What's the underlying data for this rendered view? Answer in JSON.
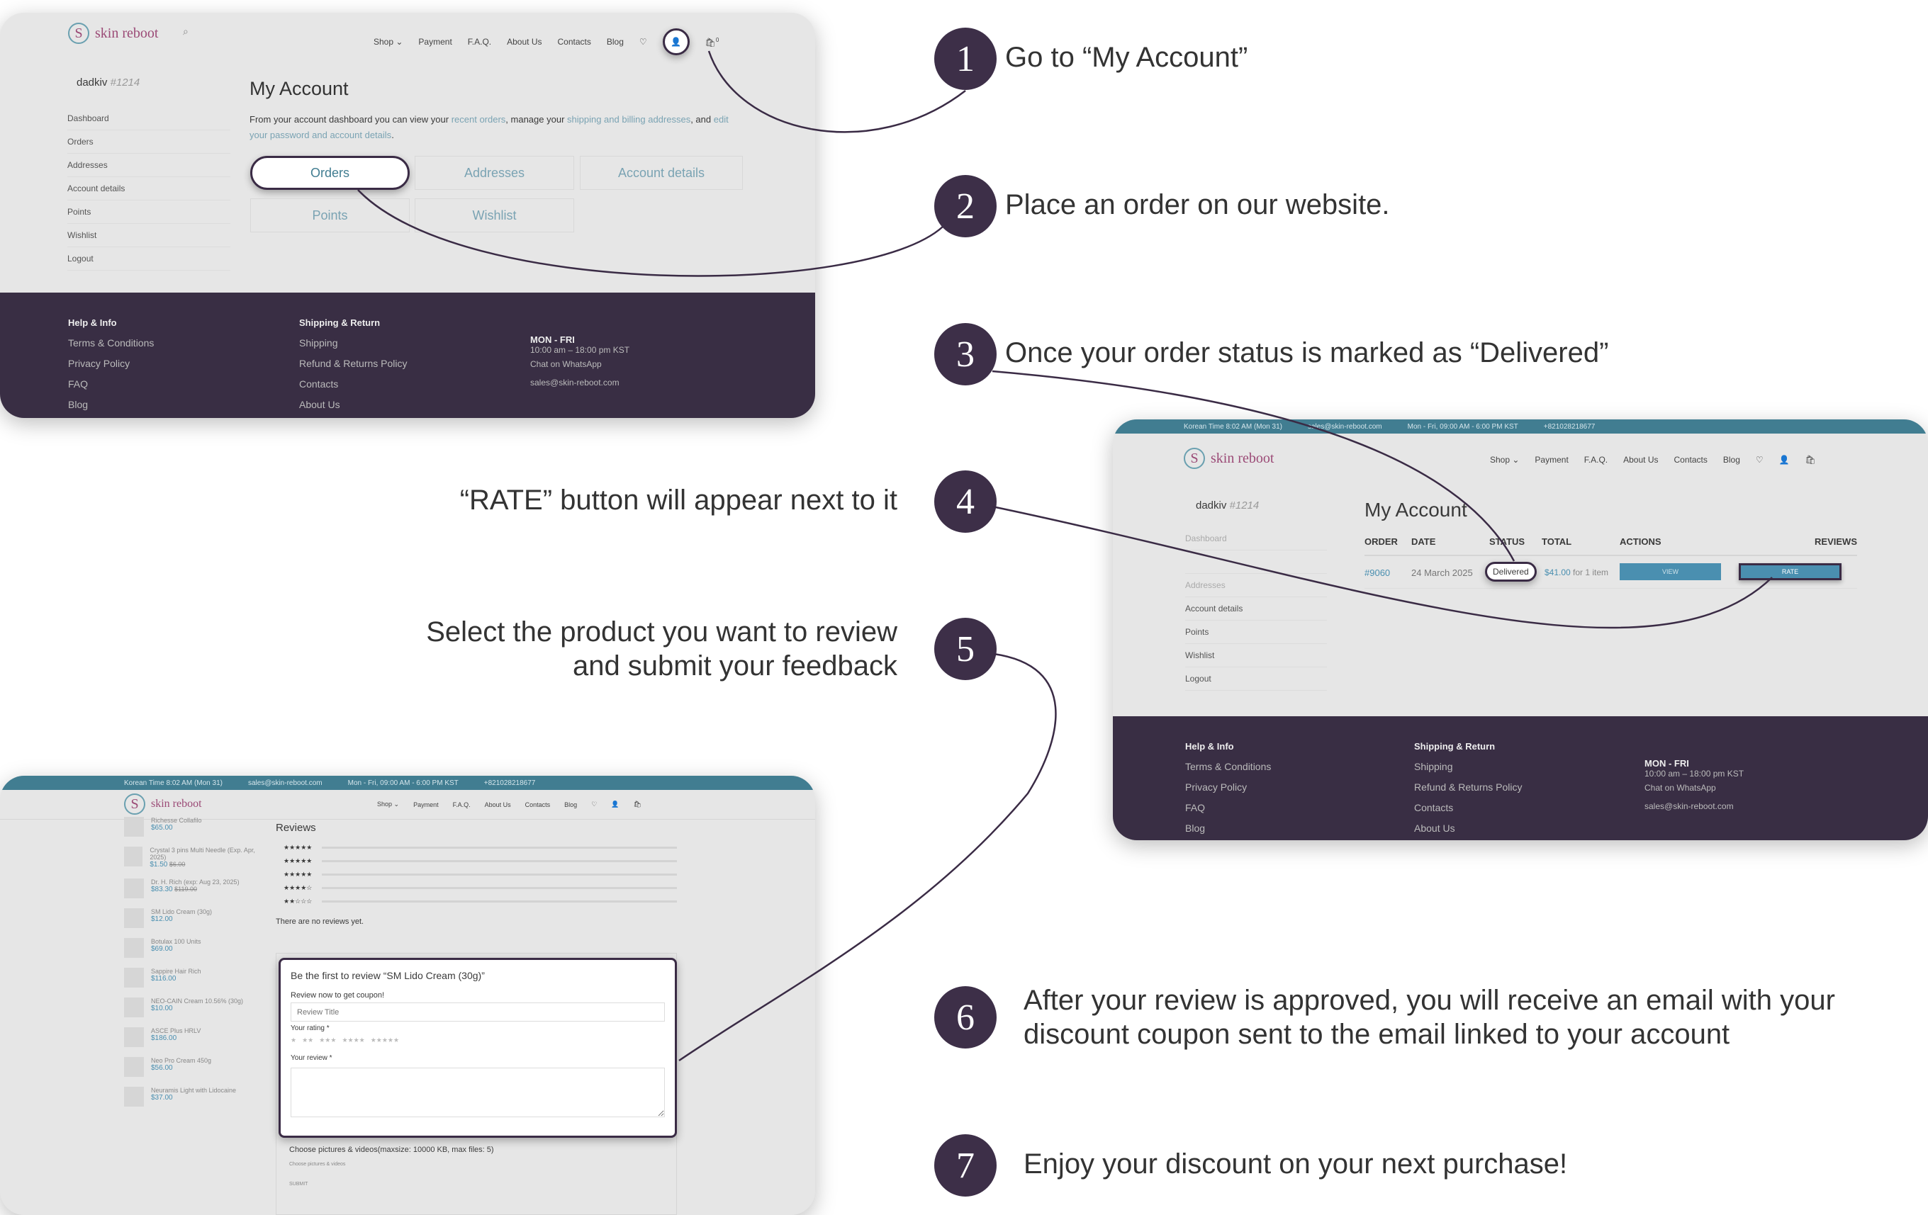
{
  "steps": [
    {
      "n": "1",
      "text": "Go to “My Account”"
    },
    {
      "n": "2",
      "text": "Place an order on our website."
    },
    {
      "n": "3",
      "text": "Once your order status is marked as “Delivered”"
    },
    {
      "n": "4",
      "text": "“RATE” button will appear next to it"
    },
    {
      "n": "5",
      "text": "Select the product you want to review and submit your feedback"
    },
    {
      "n": "6",
      "text": "After your review is approved, you will receive an email with your discount coupon sent to the email linked to your account"
    },
    {
      "n": "7",
      "text": "Enjoy your discount on your next purchase!"
    }
  ],
  "site": {
    "logo": "skin reboot",
    "logo_letter": "S",
    "nav": [
      "Shop ⌄",
      "Payment",
      "F.A.Q.",
      "About Us",
      "Contacts",
      "Blog"
    ],
    "cart_count": "0",
    "topbar": [
      "Korean Time 8:02 AM (Mon 31)",
      "sales@skin-reboot.com",
      "Mon - Fri, 09:00 AM - 6:00 PM KST",
      "+821028218677"
    ],
    "user": "dadkiv",
    "user_id": "#1214",
    "sidebar": [
      "Dashboard",
      "Orders",
      "Addresses",
      "Account details",
      "Points",
      "Wishlist",
      "Logout"
    ],
    "page_title": "My Account",
    "intro": {
      "a": "From your account dashboard you can view your ",
      "l1": "recent orders",
      "b": ", manage your ",
      "l2": "shipping and billing addresses",
      "c": ", and ",
      "l3": "edit your password and account details",
      "d": "."
    },
    "tiles": [
      "Orders",
      "Addresses",
      "Account details",
      "Points",
      "Wishlist"
    ],
    "footer": {
      "c1": {
        "title": "Help & Info",
        "items": [
          "Terms & Conditions",
          "Privacy Policy",
          "FAQ",
          "Blog"
        ]
      },
      "c2": {
        "title": "Shipping & Return",
        "items": [
          "Shipping",
          "Refund & Returns Policy",
          "Contacts",
          "About Us"
        ]
      },
      "c3": {
        "title": "MON - FRI",
        "hours": "10:00 am – 18:00 pm KST",
        "items": [
          "Chat on WhatsApp",
          "sales@skin-reboot.com"
        ]
      }
    }
  },
  "orders": {
    "headers": [
      "ORDER",
      "DATE",
      "STATUS",
      "TOTAL",
      "ACTIONS",
      "REVIEWS"
    ],
    "row": {
      "order": "#9060",
      "date": "24 March 2025",
      "status": "Delivered",
      "total": "$41.00",
      "total_suffix": " for 1 item",
      "view": "VIEW",
      "rate": "RATE"
    }
  },
  "product_page": {
    "products": [
      {
        "name": "Richesse Collafilo",
        "price": "$65.00",
        "old": ""
      },
      {
        "name": "Crystal 3 pins Multi Needle (Exp. Apr, 2025)",
        "price": "$1.50",
        "old": "$6.00"
      },
      {
        "name": "Dr. H. Rich (exp: Aug 23, 2025)",
        "price": "$83.30",
        "old": "$119.00"
      },
      {
        "name": "SM Lido Cream (30g)",
        "price": "$12.00",
        "old": ""
      },
      {
        "name": "Botulax 100 Units",
        "price": "$69.00",
        "old": ""
      },
      {
        "name": "Sappire Hair Rich",
        "price": "$116.00",
        "old": ""
      },
      {
        "name": "NEO-CAIN Cream 10.56% (30g)",
        "price": "$10.00",
        "old": ""
      },
      {
        "name": "ASCE Plus HRLV",
        "price": "$186.00",
        "old": ""
      },
      {
        "name": "Neo Pro Cream 450g",
        "price": "$56.00",
        "old": ""
      },
      {
        "name": "Neuramis Light with Lidocaine",
        "price": "$37.00",
        "old": ""
      }
    ],
    "reviews_title": "Reviews",
    "star_rows": [
      "★★★★★",
      "★★★★★",
      "★★★★★",
      "★★★★☆",
      "★★☆☆☆"
    ],
    "no_reviews": "There are no reviews yet.",
    "form": {
      "title": "Be the first to review “SM Lido Cream (30g)”",
      "coupon": "Review now to get coupon!",
      "title_placeholder": "Review Title",
      "rating_label": "Your rating *",
      "rating_options": [
        "★",
        "★★",
        "★★★",
        "★★★★",
        "★★★★★"
      ],
      "review_label": "Your review *"
    },
    "upload_label": "Choose pictures & videos(maxsize: 10000 KB, max files: 5)",
    "upload_button": "Choose pictures & videos",
    "submit": "SUBMIT"
  },
  "colors": {
    "accent": "#3d2f48",
    "teal": "#417d91",
    "footer": "#392e44"
  }
}
